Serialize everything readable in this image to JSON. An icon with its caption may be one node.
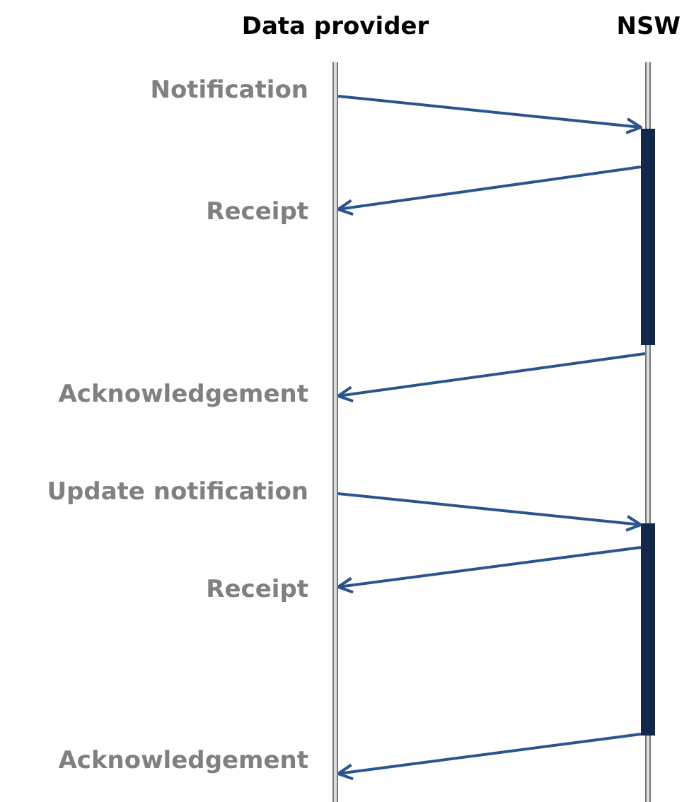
{
  "diagram": {
    "nodes": [
      {
        "text": [
          "Data provider"
        ]
      },
      {
        "text": [
          "NSW"
        ]
      },
      {
        "text": [],
        "shape": "bar"
      },
      {
        "text": [],
        "shape": "bar"
      }
    ],
    "edges": [
      {
        "from": 0,
        "to": 2,
        "arrow": "to",
        "label": "Notification"
      },
      {
        "from": 2,
        "to": 0,
        "arrow": "to",
        "label": "Receipt"
      },
      {
        "from": 1,
        "to": 0,
        "arrow": "to",
        "label": "Acknowledgement"
      },
      {
        "from": 0,
        "to": 3,
        "arrow": "to",
        "label": "Update notification"
      },
      {
        "from": 3,
        "to": 0,
        "arrow": "to",
        "label": "Receipt"
      },
      {
        "from": 3,
        "to": 0,
        "arrow": "to",
        "label": "Acknowledgement"
      }
    ]
  }
}
